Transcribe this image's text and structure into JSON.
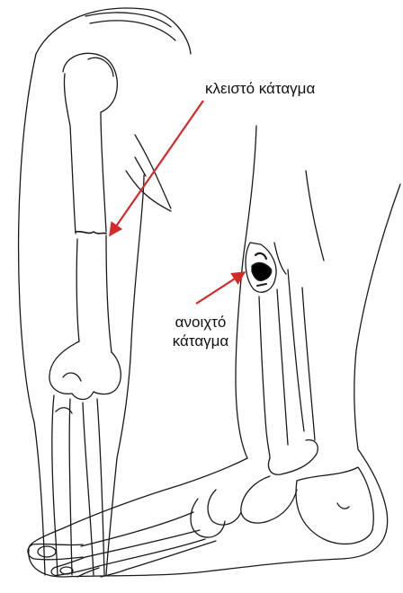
{
  "labels": {
    "closed_fracture": "κλειστό κάταγμα",
    "open_fracture_line1": "ανοιχτό",
    "open_fracture_line2": "κάταγμα"
  },
  "colors": {
    "arrow": "#d62a2a",
    "ink": "#1a1a1a",
    "wound": "#000000"
  }
}
